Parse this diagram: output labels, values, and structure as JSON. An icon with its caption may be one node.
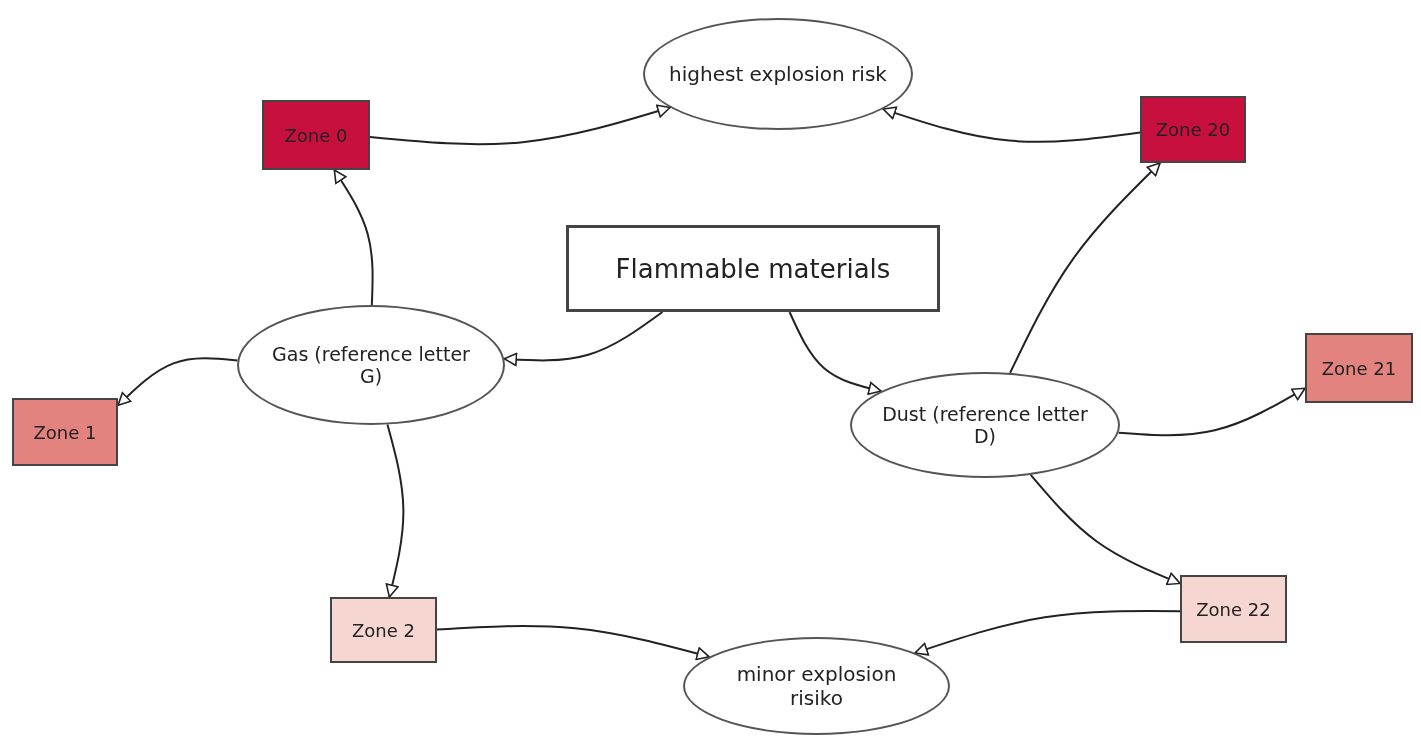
{
  "diagram": {
    "nodes": [
      {
        "text": [
          "Flammable materials"
        ]
      },
      {
        "text": [
          "Gas (reference letter G)"
        ]
      },
      {
        "text": [
          "Dust (reference letter D)"
        ]
      },
      {
        "text": [
          "highest explosion risk"
        ]
      },
      {
        "text": [
          "minor explosion risiko"
        ]
      },
      {
        "text": [
          "Zone 0"
        ]
      },
      {
        "text": [
          "Zone 1"
        ]
      },
      {
        "text": [
          "Zone 2"
        ]
      },
      {
        "text": [
          "Zone 20"
        ]
      },
      {
        "text": [
          "Zone 21"
        ]
      },
      {
        "text": [
          "Zone 22"
        ]
      }
    ],
    "edges": [
      {
        "from": 0,
        "to": 1,
        "arrow": "to"
      },
      {
        "from": 0,
        "to": 2,
        "arrow": "to"
      },
      {
        "from": 1,
        "to": 5,
        "arrow": "to"
      },
      {
        "from": 1,
        "to": 6,
        "arrow": "to"
      },
      {
        "from": 1,
        "to": 7,
        "arrow": "to"
      },
      {
        "from": 2,
        "to": 8,
        "arrow": "to"
      },
      {
        "from": 2,
        "to": 9,
        "arrow": "to"
      },
      {
        "from": 2,
        "to": 10,
        "arrow": "to"
      },
      {
        "from": 5,
        "to": 3,
        "arrow": "to"
      },
      {
        "from": 8,
        "to": 3,
        "arrow": "to"
      },
      {
        "from": 7,
        "to": 4,
        "arrow": "to"
      },
      {
        "from": 10,
        "to": 4,
        "arrow": "to"
      }
    ]
  }
}
